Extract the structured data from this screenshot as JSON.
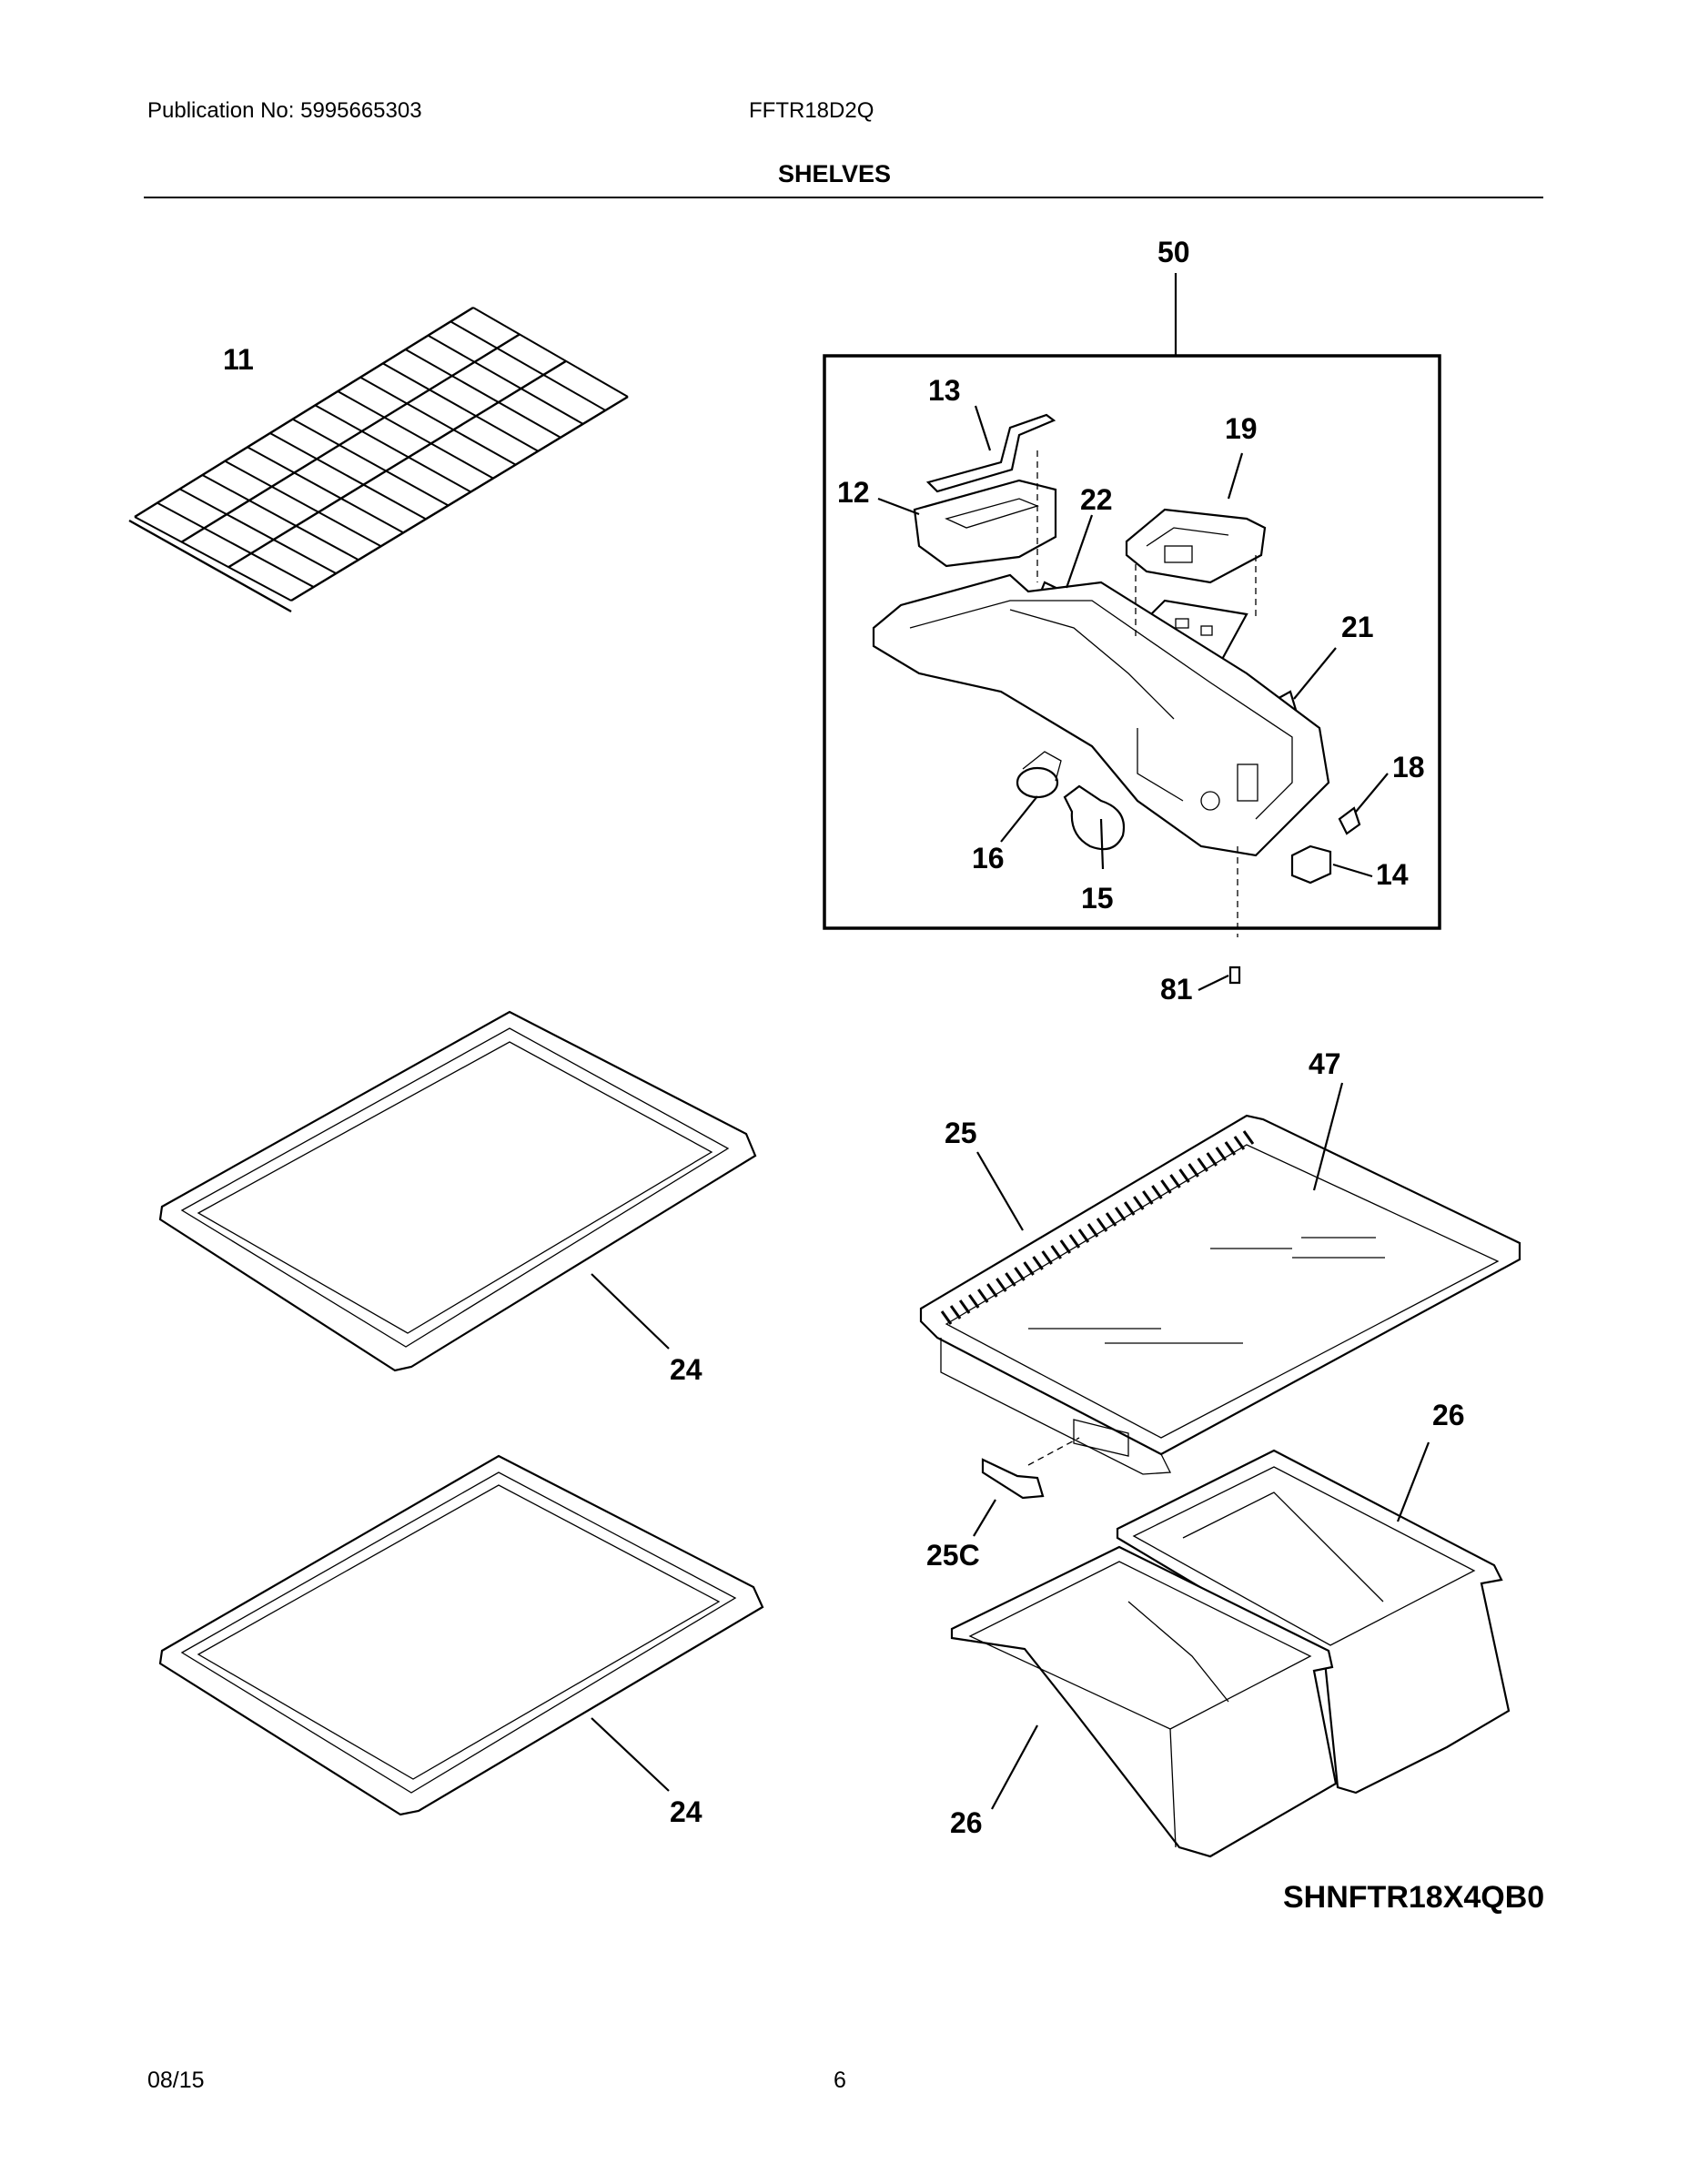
{
  "header": {
    "publication": "Publication No: 5995665303",
    "model": "FFTR18D2Q",
    "section": "SHELVES"
  },
  "callouts": {
    "wire_shelf": "11",
    "assembly": "50",
    "handle": "13",
    "housing": "12",
    "control_module": "19",
    "sensor": "22",
    "bracket": "21",
    "knob": "18",
    "switch": "14",
    "socket": "16",
    "bulb": "15",
    "screw": "81",
    "crisper_cover": "47",
    "cover_frame": "25",
    "glass_shelf_upper": "24",
    "glass_shelf_lower": "24",
    "clip": "25C",
    "drawer_right": "26",
    "drawer_left": "26"
  },
  "diagram_code": "SHNFTR18X4QB0",
  "footer": {
    "date": "08/15",
    "page": "6"
  }
}
